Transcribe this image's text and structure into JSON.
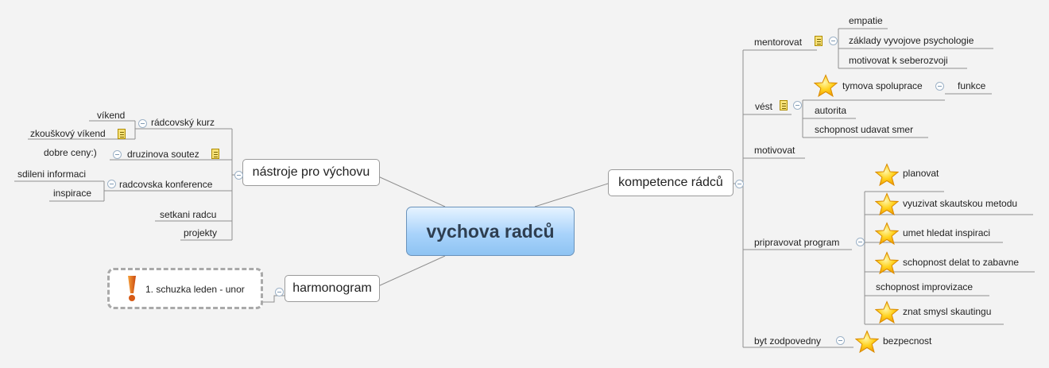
{
  "central": "vychova radců",
  "branches": {
    "tools": {
      "label": "nástroje pro výchovu",
      "items": {
        "course": "rádcovský kurz",
        "course_children": [
          "víkend",
          "zkouškový víkend"
        ],
        "contest": "druzinova soutez",
        "contest_child": "dobre ceny:)",
        "conference": "radcovska konference",
        "conference_children": [
          "sdileni informaci",
          "inspirace"
        ],
        "meeting": "setkani radcu",
        "projects": "projekty"
      }
    },
    "schedule": {
      "label": "harmonogram",
      "child": "1. schuzka leden - unor"
    },
    "competences": {
      "label": "kompetence rádců",
      "mentor": "mentorovat",
      "mentor_children": [
        "empatie",
        "základy vyvojove psychologie",
        "motivovat k seberozvoji"
      ],
      "lead": "vést",
      "lead_children": [
        "tymova spoluprace",
        "autorita",
        "schopnost udavat smer"
      ],
      "lead_grandchild": "funkce",
      "motivate": "motivovat",
      "program": "pripravovat program",
      "program_children": [
        "planovat",
        "vyuzivat skautskou metodu",
        "umet hledat inspiraci",
        "schopnost delat to zabavne",
        "schopnost improvizace",
        "znat smysl skautingu"
      ],
      "responsible": "byt zodpovedny",
      "responsible_child": "bezpecnost"
    }
  },
  "icons": {
    "star": "star-icon",
    "note": "note-icon",
    "collapse": "collapse-icon",
    "warning": "exclamation-icon"
  },
  "colors": {
    "central_fill": "#a9d3fb",
    "line": "#8a8a8a",
    "star": "#f7b500"
  }
}
